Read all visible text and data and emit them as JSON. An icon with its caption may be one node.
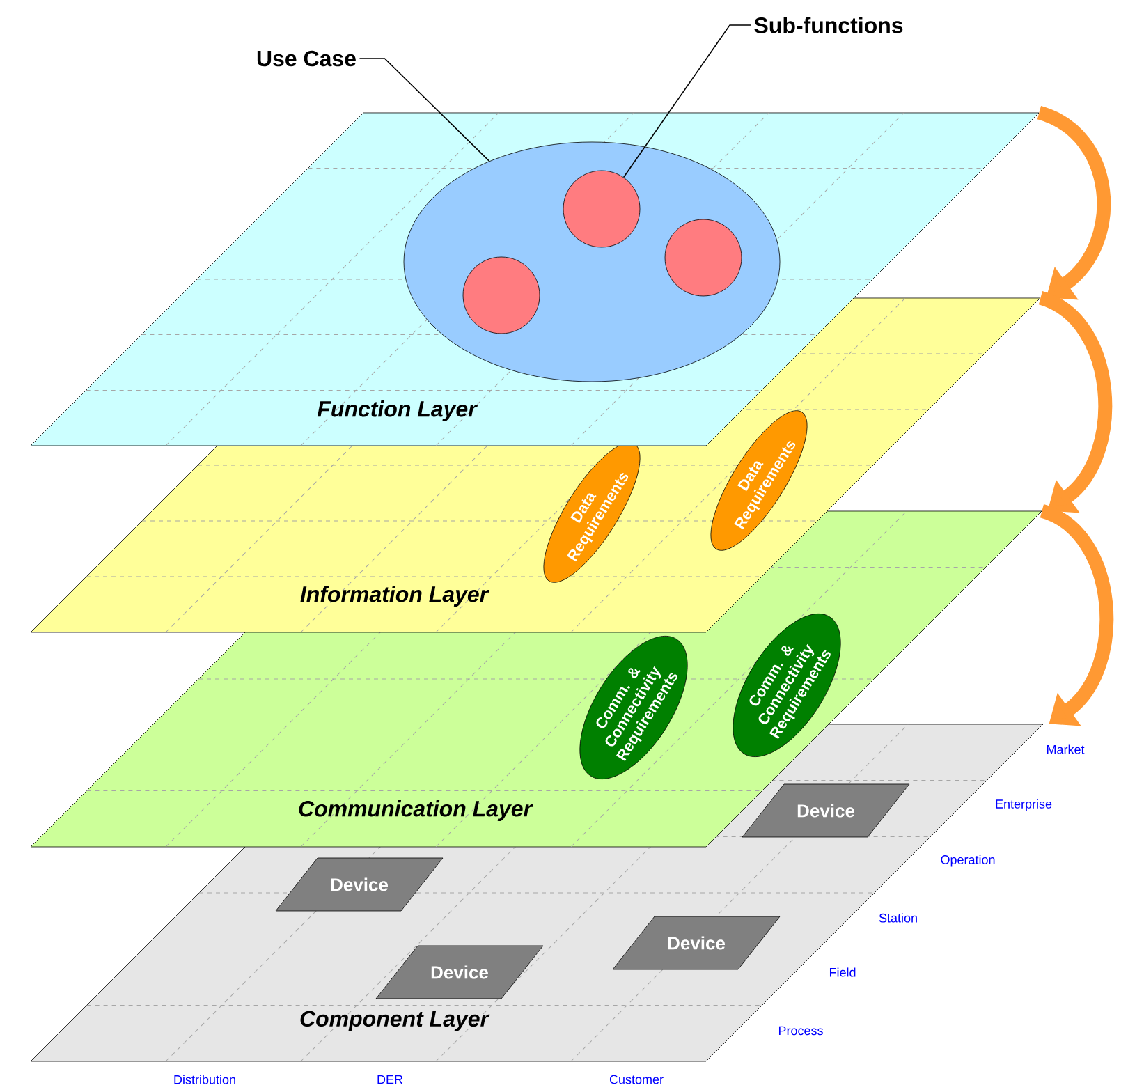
{
  "diagram": {
    "nodes": [
      {
        "text": [
          "Function Layer"
        ]
      },
      {
        "text": [],
        "shape": "ellipse",
        "in": 0
      },
      {
        "text": [],
        "shape": "circle",
        "in": 1
      },
      {
        "text": [],
        "shape": "circle",
        "in": 1
      },
      {
        "text": [],
        "shape": "circle",
        "in": 1
      },
      {
        "text": [
          "Use Case"
        ]
      },
      {
        "text": [
          "Sub-functions"
        ]
      },
      {
        "text": [
          "Information Layer"
        ]
      },
      {
        "text": [
          "Data Requirements"
        ],
        "in": 7
      },
      {
        "text": [
          "Data Requirements"
        ],
        "in": 7
      },
      {
        "text": [
          "Communication Layer"
        ]
      },
      {
        "text": [
          "Comm. & Connectivity Requirements"
        ],
        "in": 10
      },
      {
        "text": [
          "Comm. & Connectivity Requirements"
        ],
        "in": 10
      },
      {
        "text": [
          "Component Layer"
        ]
      },
      {
        "text": [
          "Device"
        ],
        "in": 13
      },
      {
        "text": [
          "Device"
        ],
        "in": 13
      },
      {
        "text": [
          "Device"
        ],
        "in": 13
      },
      {
        "text": [
          "Device"
        ],
        "in": 13
      }
    ],
    "edges": [
      {
        "from": 5,
        "to": 1,
        "arrow": "none",
        "color": "#000000"
      },
      {
        "from": 6,
        "to": 2,
        "arrow": "none",
        "color": "#000000"
      },
      {
        "from": 0,
        "to": 7,
        "arrow": "to",
        "color": "#ff9933"
      },
      {
        "from": 7,
        "to": 10,
        "arrow": "to",
        "color": "#ff9933"
      },
      {
        "from": 10,
        "to": 13,
        "arrow": "to",
        "color": "#ff9933"
      }
    ],
    "labels": [
      "Market",
      "Enterprise",
      "Operation",
      "Station",
      "Field",
      "Process",
      "Distribution",
      "DER",
      "Customer"
    ]
  }
}
